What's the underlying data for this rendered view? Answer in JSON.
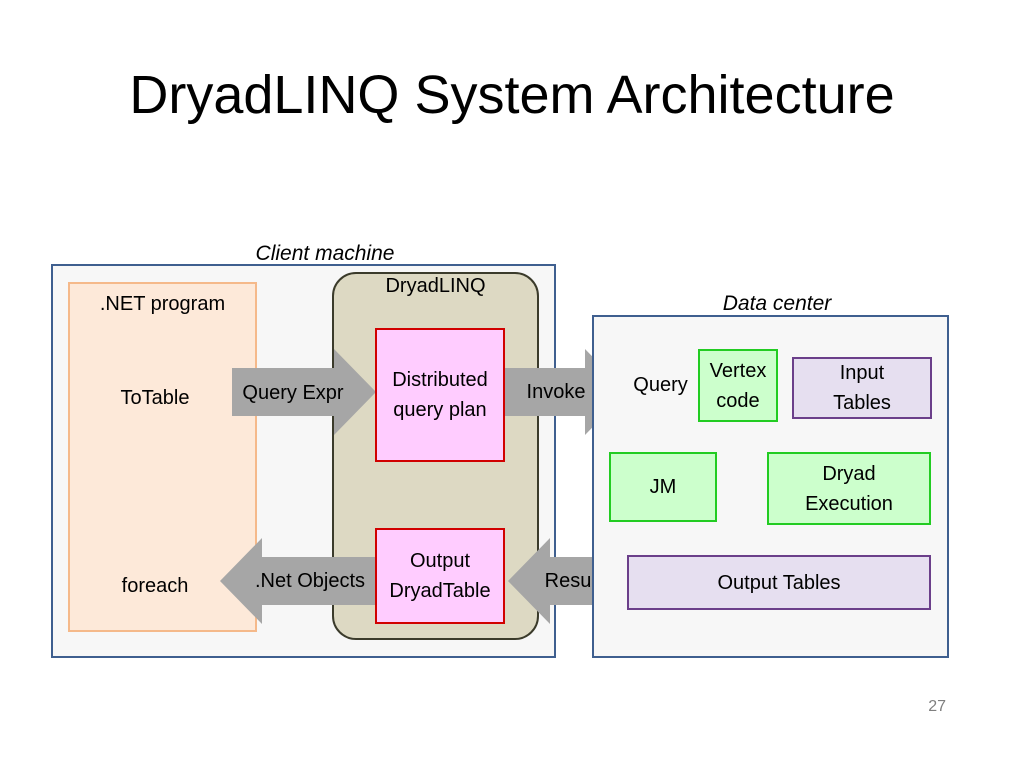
{
  "title": "DryadLINQ System Architecture",
  "client": {
    "caption": "Client machine",
    "net_program": {
      "label": ".NET program",
      "totable": "ToTable",
      "foreach": "foreach"
    },
    "dryadlinq": {
      "label": "DryadLINQ",
      "distributed_plan": [
        "Distributed",
        "query plan"
      ],
      "output_table": [
        "Output",
        "DryadTable"
      ]
    },
    "query_expr_label": "Query Expr",
    "net_objects_label": ".Net Objects"
  },
  "datacenter": {
    "caption": "Data center",
    "invoke_label": "Invoke",
    "results_label": "Results",
    "query": "Query",
    "vertex_code": [
      "Vertex",
      "code"
    ],
    "input_tables": [
      "Input",
      "Tables"
    ],
    "jm": "JM",
    "dryad_execution": [
      "Dryad",
      "Execution"
    ],
    "output_tables": "Output Tables"
  },
  "page_number": "27",
  "colors": {
    "panel_border": "#3f5f8f",
    "net_program_fill": "#fde9d9",
    "net_program_border": "#f5b98a",
    "dryadlinq_fill": "#ddd9c3",
    "dryadlinq_border": "#3b3b2b",
    "arrow_gray": "#a6a6a6",
    "pink_fill": "#ffccff",
    "red_border": "#d10000",
    "green_fill": "#ccffcc",
    "green_border": "#22cc22",
    "query_fill": "#ffff33",
    "query_border": "#f5c400",
    "lavender_fill": "#e6dff0",
    "purple_border": "#6b3f8a"
  }
}
